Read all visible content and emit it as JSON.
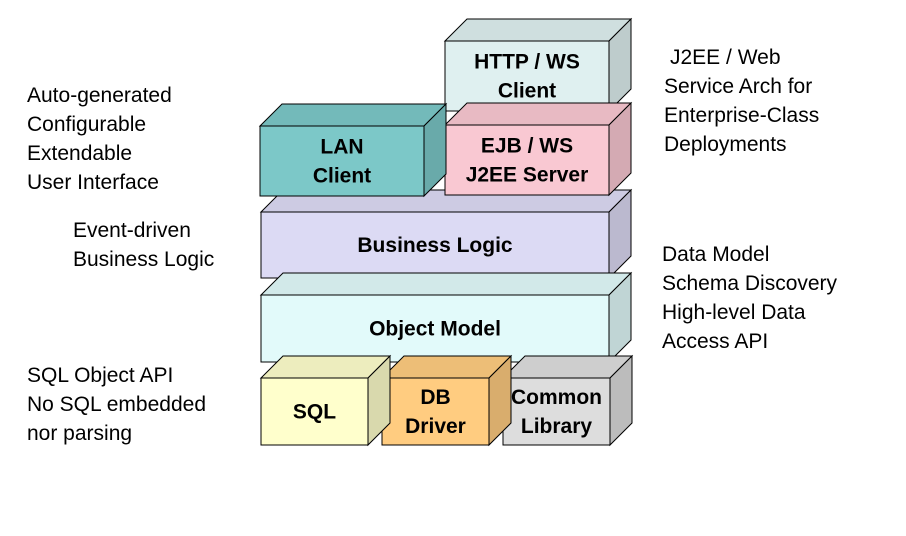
{
  "layers": {
    "http_ws_client": {
      "lines": [
        "HTTP / WS",
        "Client"
      ],
      "color": "#dff0f0"
    },
    "lan_client": {
      "lines": [
        "LAN",
        "Client"
      ],
      "color": "#7cc8c8"
    },
    "ejb_ws_server": {
      "lines": [
        "EJB / WS",
        "J2EE Server"
      ],
      "color": "#f9c8d2"
    },
    "business_logic": {
      "lines": [
        "Business Logic"
      ],
      "color": "#dcdaf4"
    },
    "object_model": {
      "lines": [
        "Object Model"
      ],
      "color": "#e2fafa"
    },
    "sql": {
      "lines": [
        "SQL"
      ],
      "color": "#ffffcc"
    },
    "db_driver": {
      "lines": [
        "DB",
        "Driver"
      ],
      "color": "#ffcc80"
    },
    "common_library": {
      "lines": [
        "Common",
        "Library"
      ],
      "color": "#dddddd"
    }
  },
  "notes": {
    "ui": [
      "Auto-generated",
      "Configurable",
      "Extendable",
      "User Interface"
    ],
    "event": [
      "Event-driven",
      "Business Logic"
    ],
    "sql": [
      "SQL Object API",
      "No SQL embedded",
      "nor parsing"
    ],
    "j2ee": [
      "J2EE / Web",
      "Service Arch for",
      "Enterprise-Class",
      "Deployments"
    ],
    "data": [
      "Data Model",
      "Schema Discovery",
      "High-level Data",
      "Access API"
    ]
  }
}
